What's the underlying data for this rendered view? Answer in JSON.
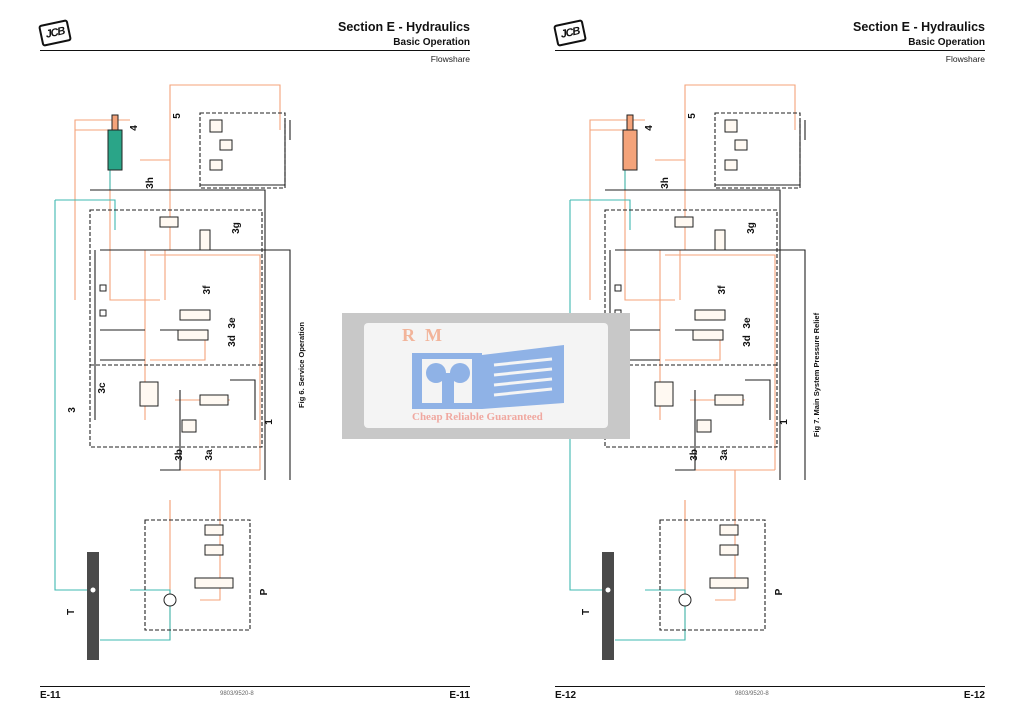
{
  "pages": [
    {
      "logo": "JCB",
      "title": "Section E - Hydraulics",
      "subtitle": "Basic Operation",
      "section": "Flowshare",
      "figure": "Fig 6. Service Operation",
      "page_number": "E-11",
      "doc_number": "9803/9520-8",
      "cylinder_color": "#2aa588"
    },
    {
      "logo": "JCB",
      "title": "Section E - Hydraulics",
      "subtitle": "Basic Operation",
      "section": "Flowshare",
      "figure": "Fig 7. Main System Pressure Relief",
      "page_number": "E-12",
      "doc_number": "9803/9520-8",
      "cylinder_color": "#f4a37a"
    }
  ],
  "labels": {
    "l4": "4",
    "l5": "5",
    "l3h": "3h",
    "l3g": "3g",
    "l3f": "3f",
    "l3e": "3e",
    "l3d": "3d",
    "l3c": "3c",
    "l3": "3",
    "l1": "1",
    "l3b": "3b",
    "l3a": "3a",
    "lP": "P",
    "lT": "T"
  },
  "watermark": {
    "brand": "RM",
    "tagline": "Cheap Reliable Guaranteed"
  },
  "colors": {
    "pressure": "#f4a37a",
    "return": "#3fb8b0",
    "line": "#222222"
  }
}
